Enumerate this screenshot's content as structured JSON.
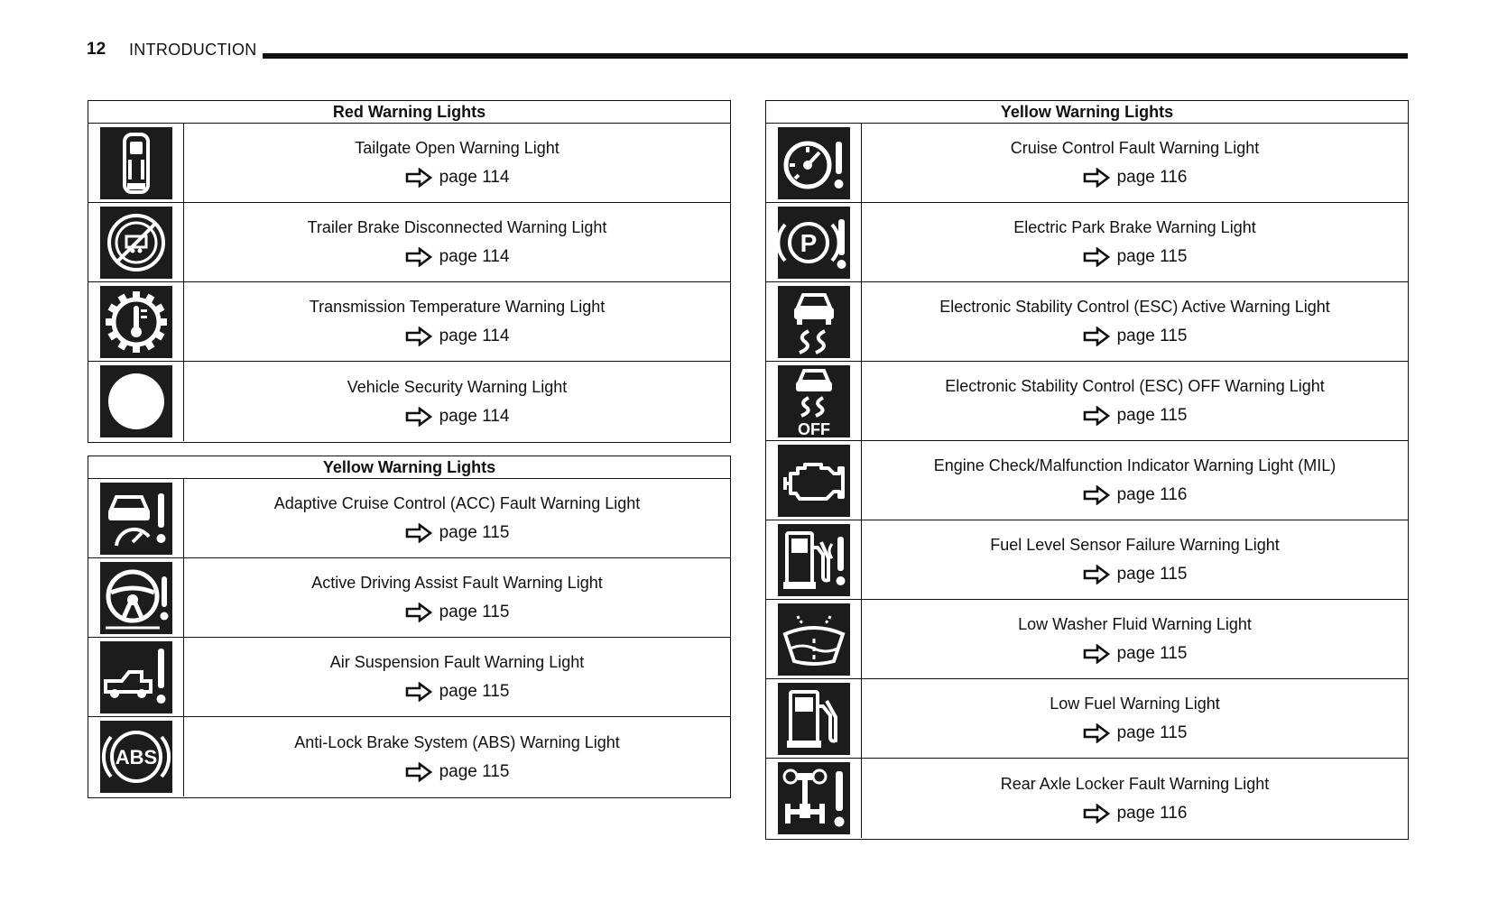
{
  "header": {
    "page_number": "12",
    "section": "INTRODUCTION"
  },
  "red_lights": {
    "title": "Red Warning Lights",
    "items": [
      {
        "name": "Tailgate Open Warning Light",
        "page": "page 114",
        "icon": "tailgate-open-icon"
      },
      {
        "name": "Trailer Brake Disconnected Warning Light",
        "page": "page 114",
        "icon": "trailer-brake-disconnected-icon"
      },
      {
        "name": "Transmission Temperature Warning Light",
        "page": "page 114",
        "icon": "transmission-temperature-icon"
      },
      {
        "name": "Vehicle Security Warning Light",
        "page": "page 114",
        "icon": "vehicle-security-icon"
      }
    ]
  },
  "yellow_left": {
    "title": "Yellow Warning Lights",
    "items": [
      {
        "name": "Adaptive Cruise Control (ACC) Fault Warning Light",
        "page": "page 115",
        "icon": "acc-fault-icon"
      },
      {
        "name": "Active Driving Assist Fault Warning Light",
        "page": "page 115",
        "icon": "driving-assist-fault-icon"
      },
      {
        "name": "Air Suspension Fault Warning Light",
        "page": "page 115",
        "icon": "air-suspension-fault-icon"
      },
      {
        "name": "Anti-Lock Brake System (ABS) Warning Light",
        "page": "page 115",
        "icon": "abs-icon",
        "icon_text": "ABS"
      }
    ]
  },
  "yellow_right": {
    "title": "Yellow Warning Lights",
    "items": [
      {
        "name": "Cruise Control Fault Warning Light",
        "page": "page 116",
        "icon": "cruise-control-fault-icon"
      },
      {
        "name": "Electric Park Brake Warning Light",
        "page": "page 115",
        "icon": "electric-park-brake-icon",
        "icon_text": "P"
      },
      {
        "name": "Electronic Stability Control (ESC) Active Warning Light",
        "page": "page 115",
        "icon": "esc-active-icon"
      },
      {
        "name": "Electronic Stability Control (ESC) OFF Warning Light",
        "page": "page 115",
        "icon": "esc-off-icon",
        "icon_text": "OFF"
      },
      {
        "name": "Engine Check/Malfunction Indicator Warning Light (MIL)",
        "page": "page 116",
        "icon": "engine-check-icon"
      },
      {
        "name": "Fuel Level Sensor Failure Warning Light",
        "page": "page 115",
        "icon": "fuel-sensor-failure-icon"
      },
      {
        "name": "Low Washer Fluid Warning Light",
        "page": "page 115",
        "icon": "low-washer-fluid-icon"
      },
      {
        "name": "Low Fuel Warning Light",
        "page": "page 115",
        "icon": "low-fuel-icon"
      },
      {
        "name": "Rear Axle Locker Fault Warning Light",
        "page": "page 116",
        "icon": "rear-axle-locker-fault-icon"
      }
    ]
  },
  "colors": {
    "ink": "#111111",
    "icon_bg": "#1c1c1c",
    "icon_fg": "#ffffff"
  }
}
